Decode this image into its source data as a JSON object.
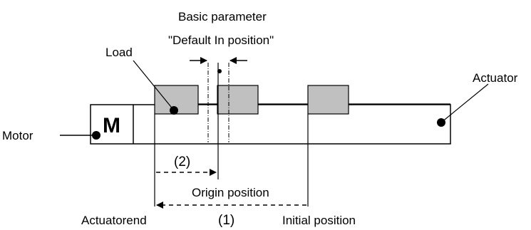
{
  "diagram": {
    "param_title_line1": "Basic parameter",
    "param_title_line2": "\"Default In position\"",
    "load_label": "Load",
    "actuator_label": "Actuator",
    "motor_label": "Motor",
    "motor_symbol": "M",
    "arrow_2_label": "(2)",
    "origin_label": "Origin position",
    "actuator_end_label": "Actuatorend",
    "arrow_1_label": "(1)",
    "initial_label": "Initial position",
    "load_fill_color": "#c0c0c0",
    "line_color": "#000000"
  }
}
